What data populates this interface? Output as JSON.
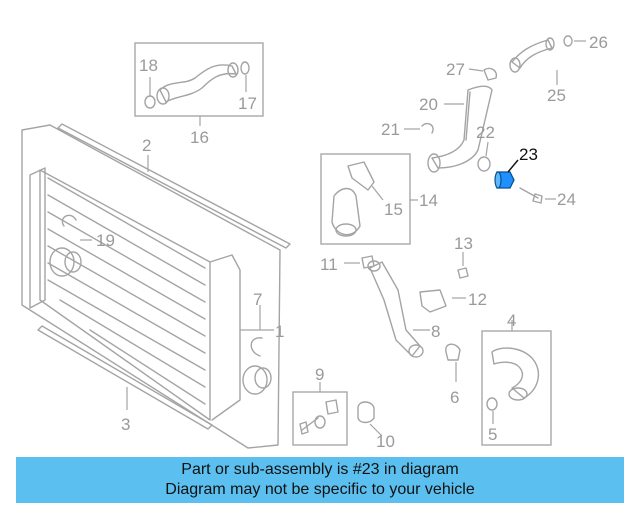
{
  "diagram": {
    "highlighted_part": "23",
    "highlight_color": "#1e90ff",
    "callouts": [
      "1",
      "2",
      "3",
      "4",
      "5",
      "6",
      "7",
      "8",
      "9",
      "10",
      "11",
      "12",
      "13",
      "14",
      "15",
      "16",
      "17",
      "18",
      "19",
      "20",
      "21",
      "22",
      "23",
      "24",
      "25",
      "26",
      "27"
    ]
  },
  "banner": {
    "line1": "Part or sub-assembly is #23 in diagram",
    "line2": "Diagram may not be specific to your vehicle",
    "color": "#5bc0f0"
  }
}
